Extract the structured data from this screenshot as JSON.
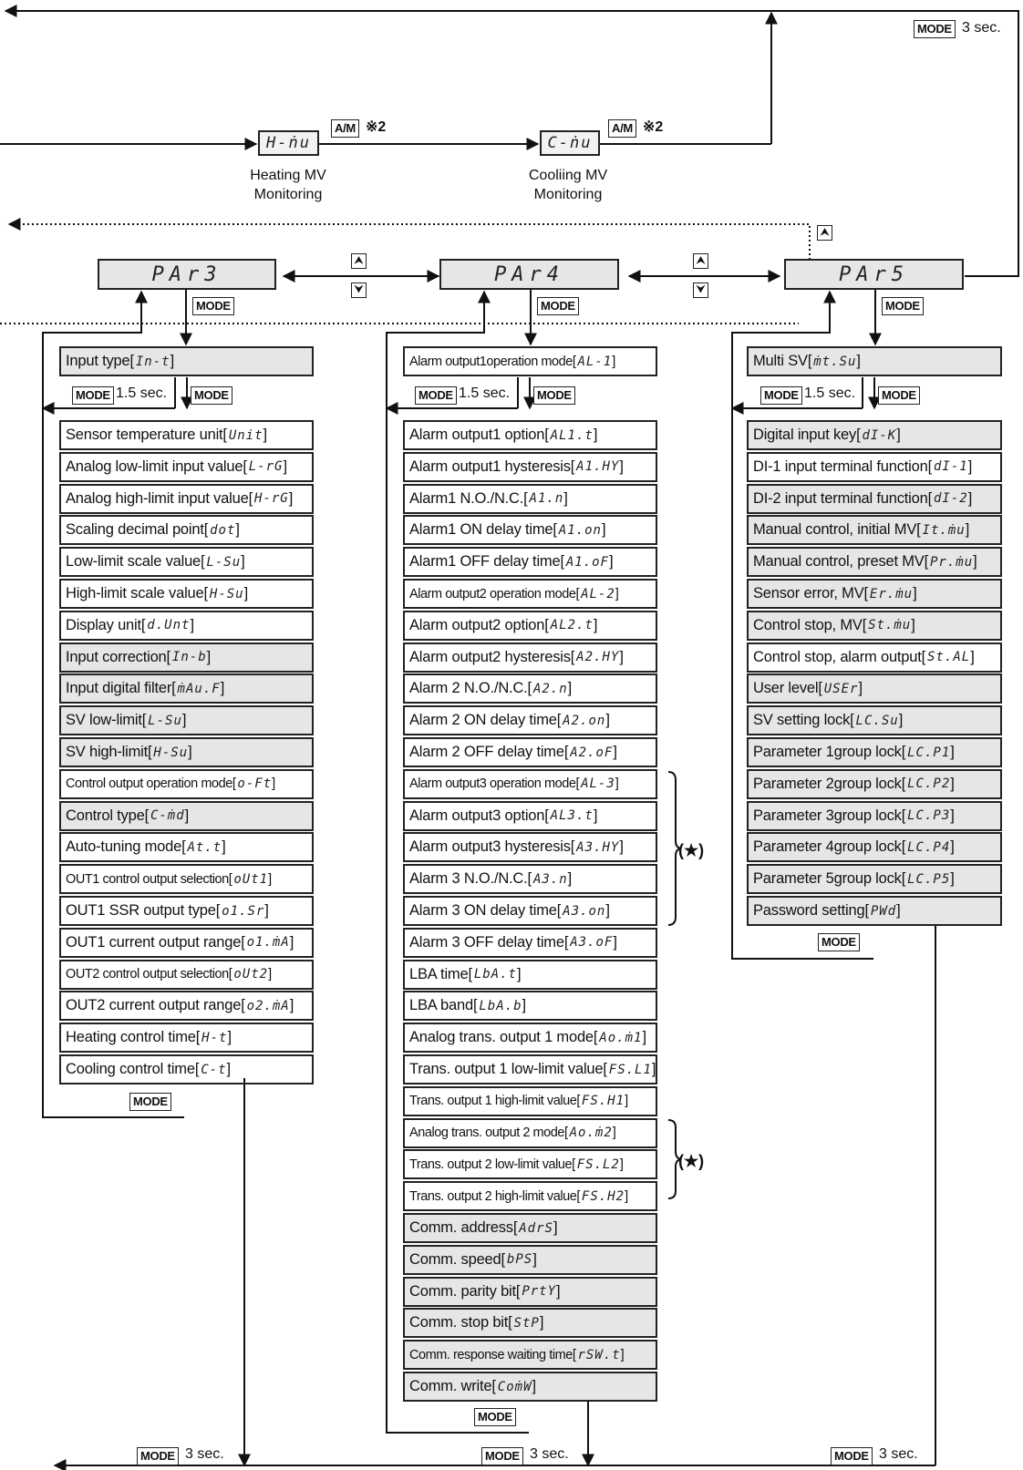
{
  "top": {
    "heating": {
      "code": "H-ṅu",
      "caption": [
        "Heating MV",
        "Monitoring"
      ],
      "key": "A/M",
      "note": "※2"
    },
    "cooling": {
      "code": "C-ṅu",
      "caption": [
        "Cooliing MV",
        "Monitoring"
      ],
      "key": "A/M",
      "note": "※2"
    },
    "mode_key": "MODE",
    "mode_time": "3 sec."
  },
  "groups": {
    "par3": {
      "label": "PAr3",
      "mode": "MODE"
    },
    "par4": {
      "label": "PAr4",
      "mode": "MODE"
    },
    "par5": {
      "label": "PAr5",
      "mode": "MODE"
    }
  },
  "nav": {
    "up": "⮝",
    "down": "⮟"
  },
  "hold": {
    "key": "MODE",
    "time": "1.5 sec.",
    "mode": "MODE"
  },
  "bottom": {
    "key": "MODE",
    "time": "3 sec."
  },
  "star": "(★)",
  "par3_items": [
    {
      "t": "Input type",
      "c": "In-t"
    },
    {
      "t": "Sensor temperature unit",
      "c": "Unit"
    },
    {
      "t": "Analog low-limit input value",
      "c": "L-rG"
    },
    {
      "t": "Analog high-limit input value",
      "c": "H-rG"
    },
    {
      "t": "Scaling decimal point",
      "c": "dot"
    },
    {
      "t": "Low-limit scale value",
      "c": "L-Su"
    },
    {
      "t": "High-limit scale value",
      "c": "H-Su"
    },
    {
      "t": "Display unit",
      "c": "d.Unt"
    },
    {
      "t": "Input correction",
      "c": "In-b"
    },
    {
      "t": "Input digital filter",
      "c": "ṁAu.F"
    },
    {
      "t": "SV low-limit",
      "c": "L-Su"
    },
    {
      "t": "SV high-limit",
      "c": "H-Su"
    },
    {
      "t": "Control output operation mode",
      "c": "o-Ft"
    },
    {
      "t": "Control type",
      "c": "C-ṁd"
    },
    {
      "t": "Auto-tuning mode",
      "c": "At.t"
    },
    {
      "t": "OUT1 control output selection",
      "c": "oUt1"
    },
    {
      "t": "OUT1 SSR output type",
      "c": "o1.Sr"
    },
    {
      "t": "OUT1 current output range",
      "c": "o1.ṁA"
    },
    {
      "t": "OUT2 control output selection",
      "c": "oUt2"
    },
    {
      "t": "OUT2 current output range",
      "c": "o2.ṁA"
    },
    {
      "t": "Heating control time",
      "c": "H-t"
    },
    {
      "t": "Cooling control time",
      "c": "C-t"
    }
  ],
  "par4_items": [
    {
      "t": "Alarm output1operation mode",
      "c": "AL-1"
    },
    {
      "t": "Alarm output1 option",
      "c": "AL1.t"
    },
    {
      "t": "Alarm output1 hysteresis",
      "c": "A1.HY"
    },
    {
      "t": "Alarm1 N.O./N.C.",
      "c": "A1.n"
    },
    {
      "t": "Alarm1 ON delay time",
      "c": "A1.on"
    },
    {
      "t": "Alarm1 OFF delay time",
      "c": "A1.oF"
    },
    {
      "t": "Alarm output2 operation mode",
      "c": "AL-2"
    },
    {
      "t": "Alarm output2 option",
      "c": "AL2.t"
    },
    {
      "t": "Alarm output2 hysteresis",
      "c": "A2.HY"
    },
    {
      "t": "Alarm 2 N.O./N.C.",
      "c": "A2.n"
    },
    {
      "t": "Alarm 2 ON delay time",
      "c": "A2.on"
    },
    {
      "t": "Alarm 2 OFF delay time",
      "c": "A2.oF"
    },
    {
      "t": "Alarm output3 operation mode",
      "c": "AL-3"
    },
    {
      "t": "Alarm output3 option",
      "c": "AL3.t"
    },
    {
      "t": "Alarm output3 hysteresis",
      "c": "A3.HY"
    },
    {
      "t": "Alarm 3 N.O./N.C.",
      "c": "A3.n"
    },
    {
      "t": "Alarm 3 ON delay time",
      "c": "A3.on"
    },
    {
      "t": "Alarm 3 OFF delay time",
      "c": "A3.oF"
    },
    {
      "t": "LBA time",
      "c": "LbA.t"
    },
    {
      "t": "LBA band",
      "c": "LbA.b"
    },
    {
      "t": "Analog trans. output 1 mode",
      "c": "Ao.ṁ1"
    },
    {
      "t": "Trans. output 1 low-limit value",
      "c": "FS.L1"
    },
    {
      "t": "Trans. output 1 high-limit value",
      "c": "FS.H1"
    },
    {
      "t": "Analog trans. output 2 mode",
      "c": "Ao.ṁ2"
    },
    {
      "t": "Trans. output 2 low-limit value",
      "c": "FS.L2"
    },
    {
      "t": "Trans. output 2 high-limit value",
      "c": "FS.H2"
    },
    {
      "t": "Comm. address",
      "c": "AdrS"
    },
    {
      "t": "Comm. speed",
      "c": "bPS"
    },
    {
      "t": "Comm. parity bit",
      "c": "PrtY"
    },
    {
      "t": "Comm. stop bit",
      "c": "StP"
    },
    {
      "t": "Comm. response waiting time",
      "c": "rSW.t"
    },
    {
      "t": "Comm. write",
      "c": "CoṁW"
    }
  ],
  "par5_items": [
    {
      "t": "Multi SV",
      "c": "ṁt.Su"
    },
    {
      "t": "Digital input key",
      "c": "dI-K"
    },
    {
      "t": "DI-1 input terminal function",
      "c": "dI-1"
    },
    {
      "t": "DI-2 input terminal function",
      "c": "dI-2"
    },
    {
      "t": "Manual control, initial MV",
      "c": "It.ṁu"
    },
    {
      "t": "Manual control, preset MV",
      "c": "Pr.ṁu"
    },
    {
      "t": "Sensor error, MV",
      "c": "Er.ṁu"
    },
    {
      "t": "Control stop, MV",
      "c": "St.ṁu"
    },
    {
      "t": "Control stop, alarm output",
      "c": "St.AL"
    },
    {
      "t": "User level",
      "c": "USEr"
    },
    {
      "t": "SV setting lock",
      "c": "LC.Su"
    },
    {
      "t": "Parameter 1group lock",
      "c": "LC.P1"
    },
    {
      "t": "Parameter 2group lock",
      "c": "LC.P2"
    },
    {
      "t": "Parameter 3group lock",
      "c": "LC.P3"
    },
    {
      "t": "Parameter 4group lock",
      "c": "LC.P4"
    },
    {
      "t": "Parameter 5group lock",
      "c": "LC.P5"
    },
    {
      "t": "Password setting",
      "c": "PWd"
    }
  ]
}
